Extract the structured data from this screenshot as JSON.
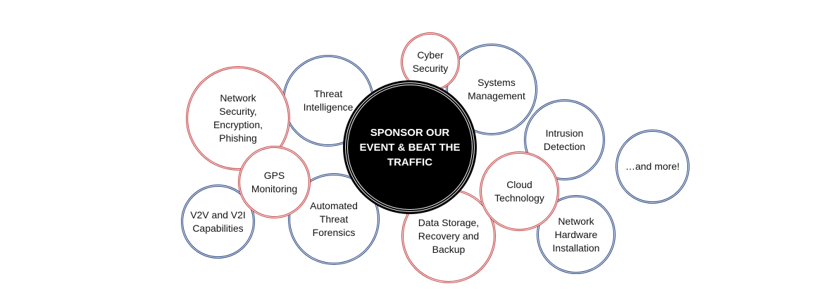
{
  "colors": {
    "blue_border": "#1f3d7a",
    "red_border": "#c0393b",
    "center_fill": "#000000",
    "center_text": "#ffffff"
  },
  "center": {
    "label": "SPONSOR OUR\nEVENT & BEAT THE\nTRAFFIC"
  },
  "bubbles": {
    "cyber_security": "Cyber\nSecurity",
    "systems_management": "Systems\nManagement",
    "threat_intelligence": "Threat\nIntelligence",
    "network_security": "Network\nSecurity,\nEncryption,\nPhishing",
    "intrusion_detection": "Intrusion\nDetection",
    "and_more": "…and more!",
    "gps_monitoring": "GPS\nMonitoring",
    "cloud_technology": "Cloud\nTechnology",
    "v2v_v2i": "V2V and V2I\nCapabilities",
    "automated_threat_forensics": "Automated\nThreat\nForensics",
    "data_storage": "Data Storage,\nRecovery and\nBackup",
    "network_hardware": "Network\nHardware\nInstallation"
  }
}
